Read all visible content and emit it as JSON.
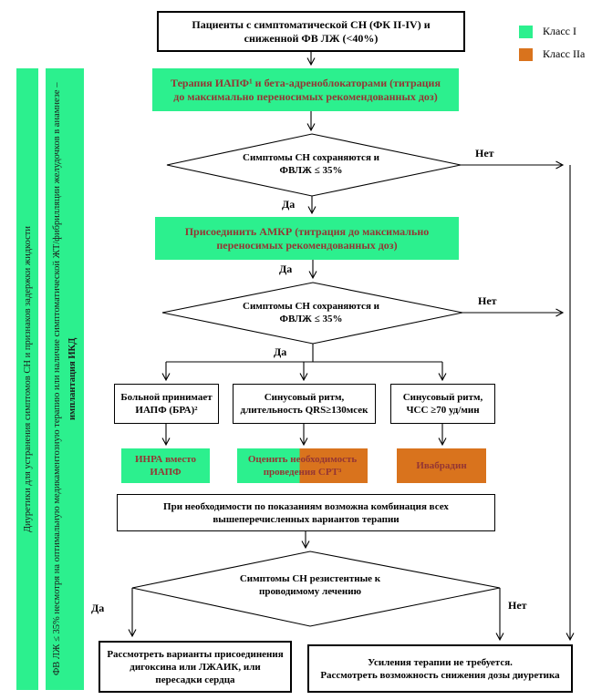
{
  "labels": {
    "yes": "Да",
    "no": "Нет"
  },
  "legend": [
    {
      "label": "Класс I",
      "color": "#2cf08e"
    },
    {
      "label": "Класс IIa",
      "color": "#d9731d"
    }
  ],
  "sidebars": [
    {
      "text": "Диуретики для устранения симптомов СН и признаков задержки жидкости",
      "bold_suffix": ""
    },
    {
      "text": "ФВ ЛЖ ≤ 35% несмотря на оптимальную медикаментозную терапию или наличие симптоматической ЖТ/фибрилляции желудочков в анамнезе – ",
      "bold_suffix": "имплантация ИКД"
    }
  ],
  "flow": {
    "start": "Пациенты с симптоматической СН (ФК II-IV)  и сниженной ФВ ЛЖ (<40%)",
    "acei_bb": "Терапия ИАПФ¹ и бета-адреноблокаторами (титрация до максимально переносимых  рекомендованных доз)",
    "decision1_line1": "Симптомы  СН сохраняются и",
    "decision1_line2": "ФВЛЖ ≤ 35%",
    "amcr": "Присоединить  АМКР (титрация до максимально переносимых  рекомендованных  доз)",
    "decision2_line1": "Симптомы  СН сохраняются  и",
    "decision2_line2": "ФВЛЖ ≤ 35%",
    "conditions": [
      "Больной принимает ИАПФ (БРА)²",
      "Синусовый ритм, длительность QRS≥130мсек",
      "Синусовый ритм, ЧСС ≥70 уд/мин"
    ],
    "actions": [
      "ИНРА вместо ИАПФ",
      "Оценить необходимость проведения СРТ³",
      "Ивабрадин"
    ],
    "combination": "При необходимости  по показаниям  возможна комбинация  всех вышеперечисленных  вариантов  терапии",
    "decision3_line1": "Симптомы  СН резистентные  к",
    "decision3_line2": "проводимому лечению",
    "outcome_yes": "Рассмотреть варианты  присоединения дигоксина  или ЛЖАИК, или пересадки сердца",
    "outcome_no_line1": "Усиления терапии  не требуется.",
    "outcome_no_line2": "Рассмотреть возможность снижения  дозы диуретика"
  },
  "colors": {
    "class1_green": "#2cf08e",
    "class2a_orange": "#d9731d",
    "accent_text": "#943634"
  }
}
